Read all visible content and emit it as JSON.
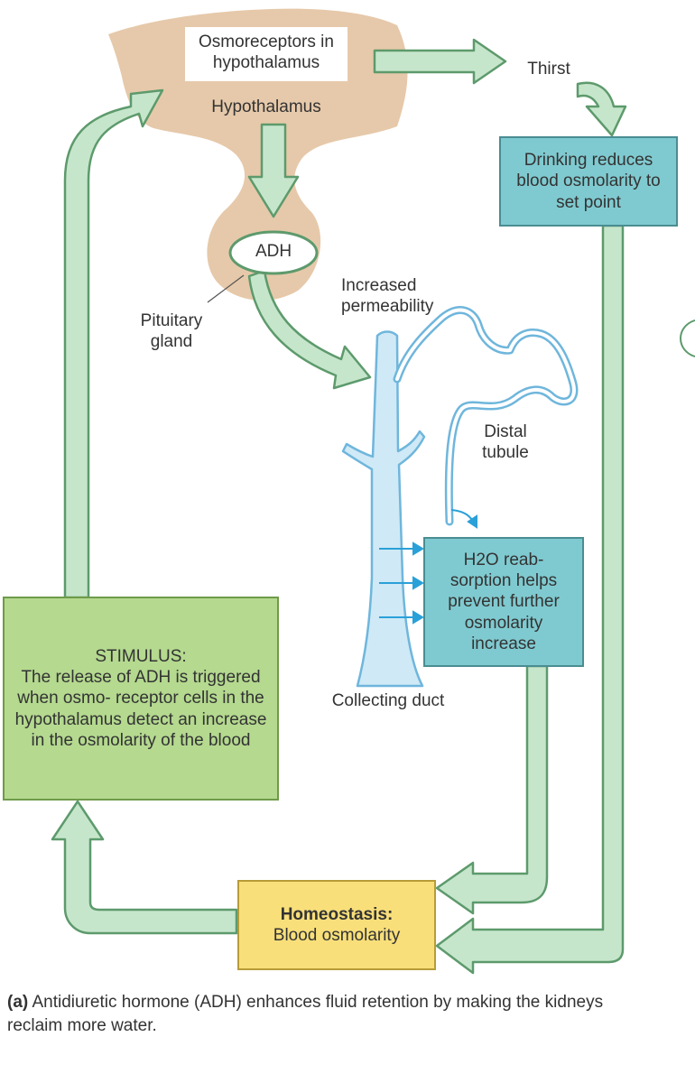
{
  "hypothalamus": {
    "osmoreceptors_label": "Osmoreceptors in hypothalamus",
    "region_label": "Hypothalamus"
  },
  "pituitary": {
    "adh_label": "ADH",
    "gland_label": "Pituitary gland"
  },
  "thirst_label": "Thirst",
  "drinking_box": "Drinking reduces blood osmolarity to set point",
  "kidney": {
    "permeability_label": "Increased permeability",
    "distal_label": "Distal tubule",
    "duct_label": "Collecting duct"
  },
  "reabsorption_box": "H2O reab- sorption helps prevent further osmolarity increase",
  "stimulus_box": {
    "heading": "STIMULUS:",
    "body": "The release of ADH is triggered when osmo- receptor cells in the hypothalamus detect an increase in the osmolarity of the blood"
  },
  "homeostasis_box": {
    "heading": "Homeostasis:",
    "body": "Blood osmolarity"
  },
  "caption": {
    "tag": "(a)",
    "text": "Antidiuretic hormone (ADH) enhances fluid retention by making the kidneys reclaim more water."
  },
  "colors": {
    "arrow_fill": "#c6e6cc",
    "arrow_stroke": "#5d9a6c",
    "hypothalamus_fill": "#e6c9aa",
    "box_teal": "#7fcad0",
    "box_green": "#b4d98f",
    "box_yellow": "#f8df7a",
    "tubule_fill": "#cfe9f6",
    "tubule_stroke": "#6fb6dc"
  }
}
